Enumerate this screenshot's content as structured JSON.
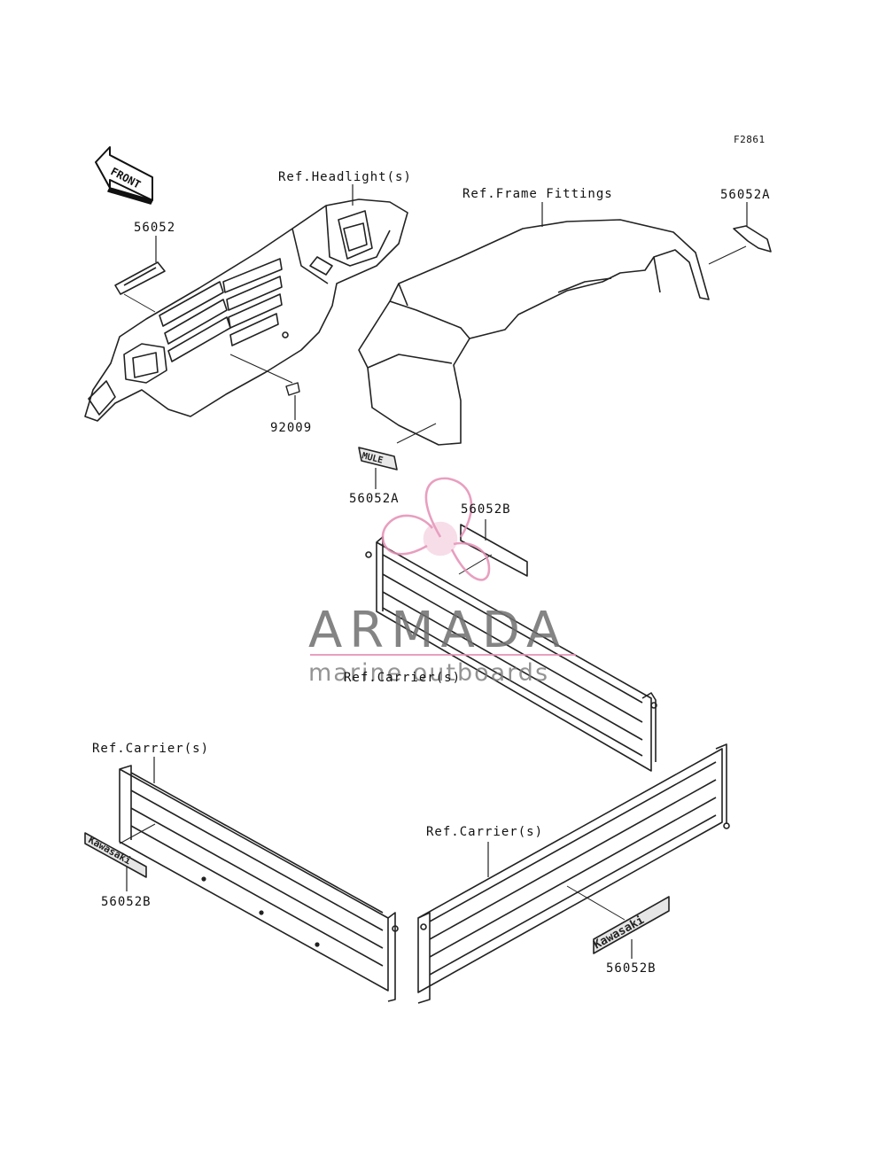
{
  "figure_code": "F2861",
  "front_arrow_label": "FRONT",
  "references": {
    "headlight": "Ref.Headlight(s)",
    "frame_fittings": "Ref.Frame Fittings",
    "carrier_rear": "Ref.Carrier(s)",
    "carrier_left": "Ref.Carrier(s)",
    "carrier_right": "Ref.Carrier(s)"
  },
  "parts": {
    "p_56052": "56052",
    "p_92009": "92009",
    "p_56052A_rear": "56052A",
    "p_56052A_front": "56052A",
    "p_56052B_rear": "56052B",
    "p_56052B_left": "56052B",
    "p_56052B_right": "56052B"
  },
  "decals": {
    "mule": "MULE",
    "kawasaki_left": "Kawasaki",
    "kawasaki_right": "Kawasaki"
  },
  "watermark": {
    "title": "ARMADA",
    "subtitle": "marine outboards",
    "color": "#e48fb4"
  }
}
